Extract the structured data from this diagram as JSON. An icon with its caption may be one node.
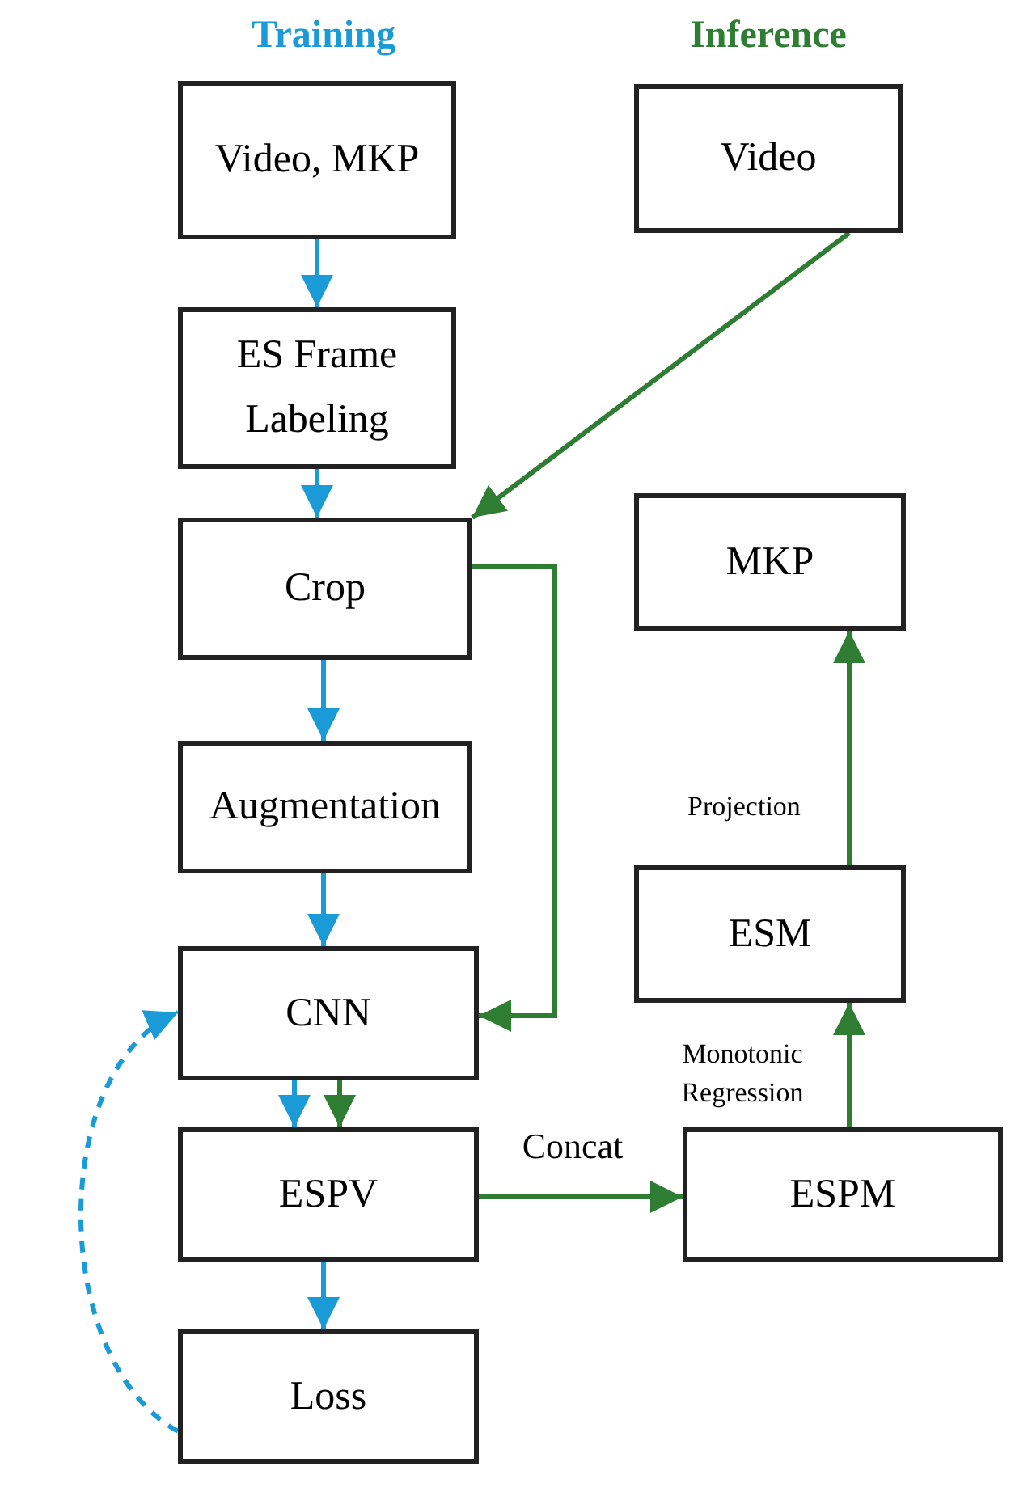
{
  "diagram": {
    "nodes": [
      {
        "text": [
          "Video, MKP"
        ]
      },
      {
        "text": [
          "ES Frame Labeling"
        ]
      },
      {
        "text": [
          "Crop"
        ]
      },
      {
        "text": [
          "Augmentation"
        ]
      },
      {
        "text": [
          "CNN"
        ]
      },
      {
        "text": [
          "ESPV"
        ]
      },
      {
        "text": [
          "Loss"
        ]
      },
      {
        "text": [
          "Video"
        ]
      },
      {
        "text": [
          "MKP"
        ]
      },
      {
        "text": [
          "ESM"
        ]
      },
      {
        "text": [
          "ESPM"
        ]
      }
    ],
    "edges": [
      {
        "from": 0,
        "to": 1,
        "arrow": "to"
      },
      {
        "from": 1,
        "to": 2,
        "arrow": "to"
      },
      {
        "from": 7,
        "to": 2,
        "arrow": "to",
        "color": "#2e7d32"
      },
      {
        "from": 2,
        "to": 4,
        "arrow": "to",
        "color": "#2e7d32"
      },
      {
        "from": 2,
        "to": 3,
        "arrow": "to"
      },
      {
        "from": 3,
        "to": 4,
        "arrow": "to"
      },
      {
        "from": 4,
        "to": 5,
        "arrow": "to"
      },
      {
        "from": 4,
        "to": 5,
        "arrow": "to",
        "color": "#2e7d32"
      },
      {
        "from": 5,
        "to": 6,
        "arrow": "to"
      },
      {
        "from": 6,
        "to": 4,
        "arrow": "to",
        "style": "dashed"
      },
      {
        "from": 5,
        "to": 10,
        "arrow": "to",
        "label": "Concat",
        "color": "#2e7d32"
      },
      {
        "from": 10,
        "to": 9,
        "arrow": "to",
        "label": "Monotonic Regression",
        "color": "#2e7d32"
      },
      {
        "from": 9,
        "to": 8,
        "arrow": "to",
        "label": "Projection",
        "color": "#2e7d32"
      }
    ],
    "labels": [
      "Training",
      "Inference"
    ]
  }
}
